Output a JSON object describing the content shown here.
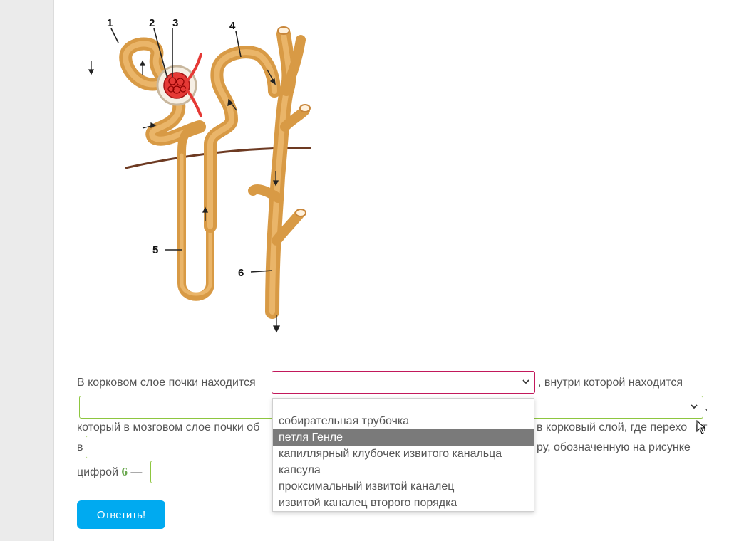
{
  "diagram": {
    "labels": [
      "1",
      "2",
      "3",
      "4",
      "5",
      "6"
    ]
  },
  "question": {
    "line1_prefix": "В корковом слое почки находится",
    "line1_suffix": ", внутри которой находится",
    "line2_suffix": ",",
    "line3_left": "который в мозговом слое почки об",
    "line3_right": "в корковый слой, где перехо",
    "line3_right_tail": "ит",
    "line4_prefix": "в",
    "line4_suffix": "ру, обозначенную на рисунке",
    "line5_prefix": "цифрой",
    "line5_number": "6",
    "line5_dash": "—"
  },
  "dropdown": {
    "options": [
      "собирательная трубочка",
      "петля Генле",
      "капиллярный клубочек извитого канальца",
      "капсула",
      "проксимальный извитой каналец",
      "извитой каналец второго порядка"
    ],
    "highlighted": "петля Генле"
  },
  "submit_label": "Ответить!",
  "colors": {
    "accent_button": "#00aaf0",
    "field_border": "#8dc63f",
    "active_field_border": "#c2185b",
    "tubule": "#e0a653",
    "glomerulus": "#e53935"
  }
}
